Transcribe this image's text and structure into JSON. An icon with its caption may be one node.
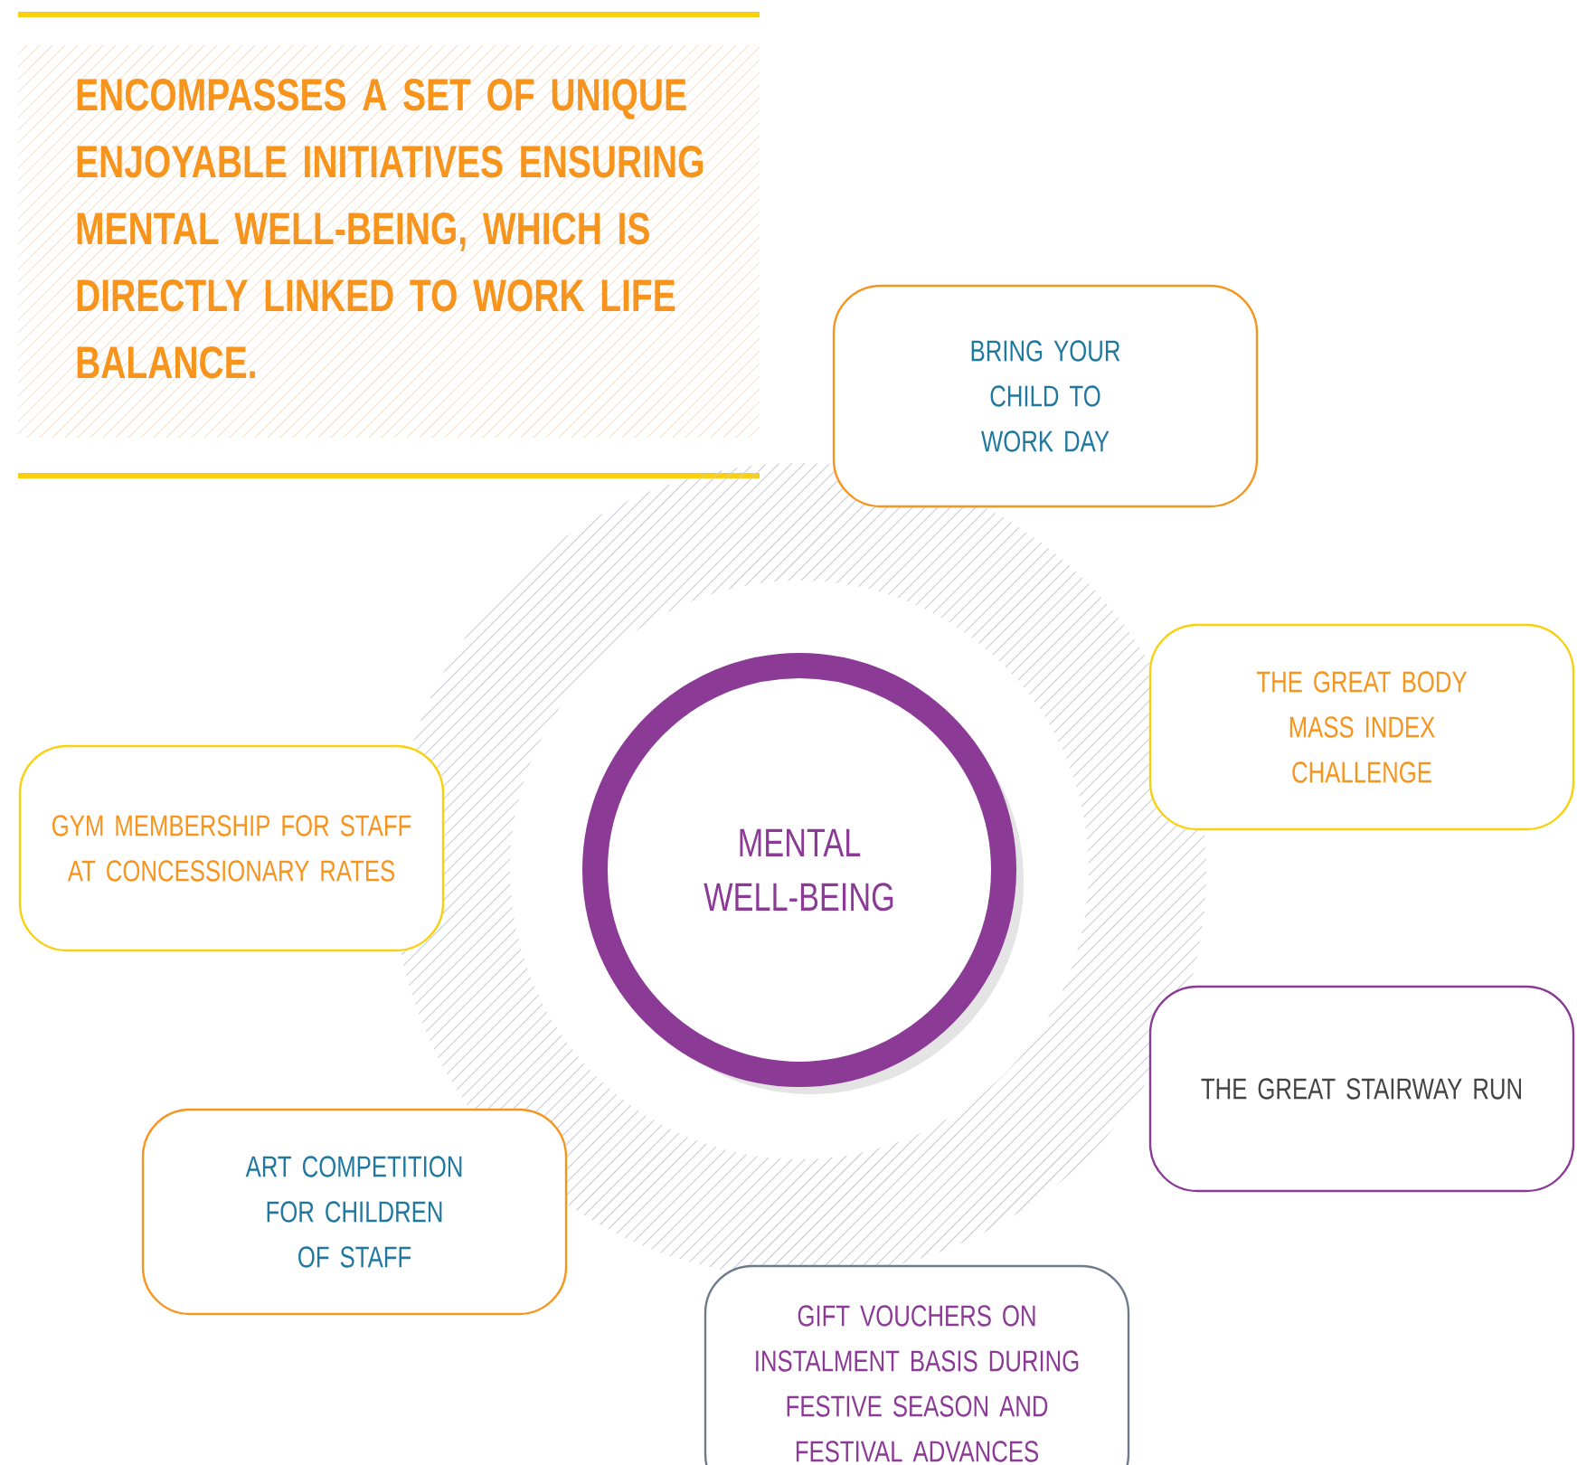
{
  "diagram": {
    "title": "ENCOMPASSES A SET OF UNIQUE ENJOYABLE INITIATIVES ENSURING MENTAL WELL-BEING, WHICH IS DIRECTLY LINKED TO WORK LIFE BALANCE.",
    "nodes": [
      {
        "text": [
          "MENTAL WELL-BEING"
        ]
      },
      {
        "text": [
          "BRING YOUR CHILD TO WORK DAY"
        ]
      },
      {
        "text": [
          "THE GREAT BODY MASS INDEX CHALLENGE"
        ]
      },
      {
        "text": [
          "GYM MEMBERSHIP FOR STAFF AT CONCESSIONARY RATES"
        ]
      },
      {
        "text": [
          "THE GREAT STAIRWAY RUN"
        ]
      },
      {
        "text": [
          "ART COMPETITION FOR CHILDREN OF STAFF"
        ]
      },
      {
        "text": [
          "GIFT VOUCHERS ON INSTALMENT BASIS DURING FESTIVE SEASON AND FESTIVAL ADVANCES"
        ]
      }
    ]
  }
}
